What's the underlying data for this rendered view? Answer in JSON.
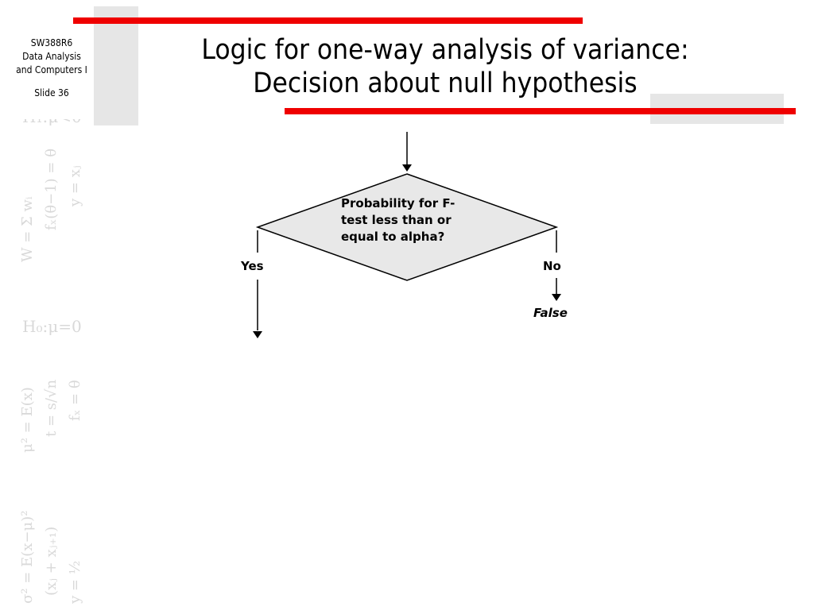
{
  "sidebar": {
    "course_code": "SW388R6",
    "course_name_line1": "Data Analysis",
    "course_name_line2": "and Computers I",
    "slide_label": "Slide 36"
  },
  "title": {
    "line1": "Logic for one-way analysis of variance:",
    "line2": "Decision about null hypothesis"
  },
  "flowchart": {
    "decision_text": "Probability for F-test less than or equal to alpha?",
    "yes_label": "Yes",
    "no_label": "No",
    "no_outcome": "False",
    "decision_fill": "#e8e8e8"
  },
  "colors": {
    "accent_red": "#ef0000",
    "bar_gray": "#e6e6e6"
  }
}
